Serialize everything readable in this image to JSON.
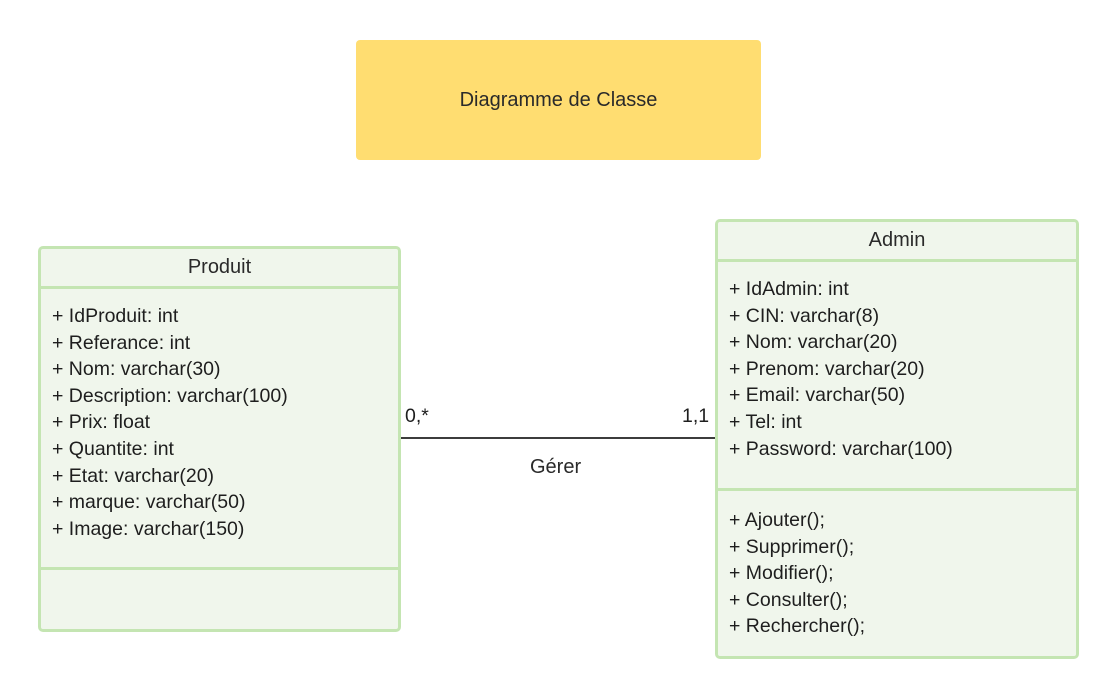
{
  "title": "Diagramme de Classe",
  "classes": {
    "produit": {
      "name": "Produit",
      "attributes": [
        "+ IdProduit: int",
        "+ Referance: int",
        "+ Nom: varchar(30)",
        "+ Description: varchar(100)",
        "+ Prix: float",
        "+ Quantite: int",
        "+ Etat: varchar(20)",
        "+ marque: varchar(50)",
        "+ Image: varchar(150)"
      ],
      "operations": []
    },
    "admin": {
      "name": "Admin",
      "attributes": [
        "+ IdAdmin: int",
        "+ CIN: varchar(8)",
        "+ Nom: varchar(20)",
        "+ Prenom: varchar(20)",
        "+ Email: varchar(50)",
        "+ Tel: int",
        "+ Password: varchar(100)"
      ],
      "operations": [
        "+ Ajouter();",
        "+ Supprimer();",
        "+ Modifier();",
        "+ Consulter();",
        "+ Rechercher();"
      ]
    }
  },
  "association": {
    "label": "Gérer",
    "multiplicity_produit": "0,*",
    "multiplicity_admin": "1,1"
  },
  "colors": {
    "title_fill": "#ffdd71",
    "class_fill": "#f0f6ec",
    "class_border": "#c4e5b2",
    "line": "#3c3c3c"
  }
}
